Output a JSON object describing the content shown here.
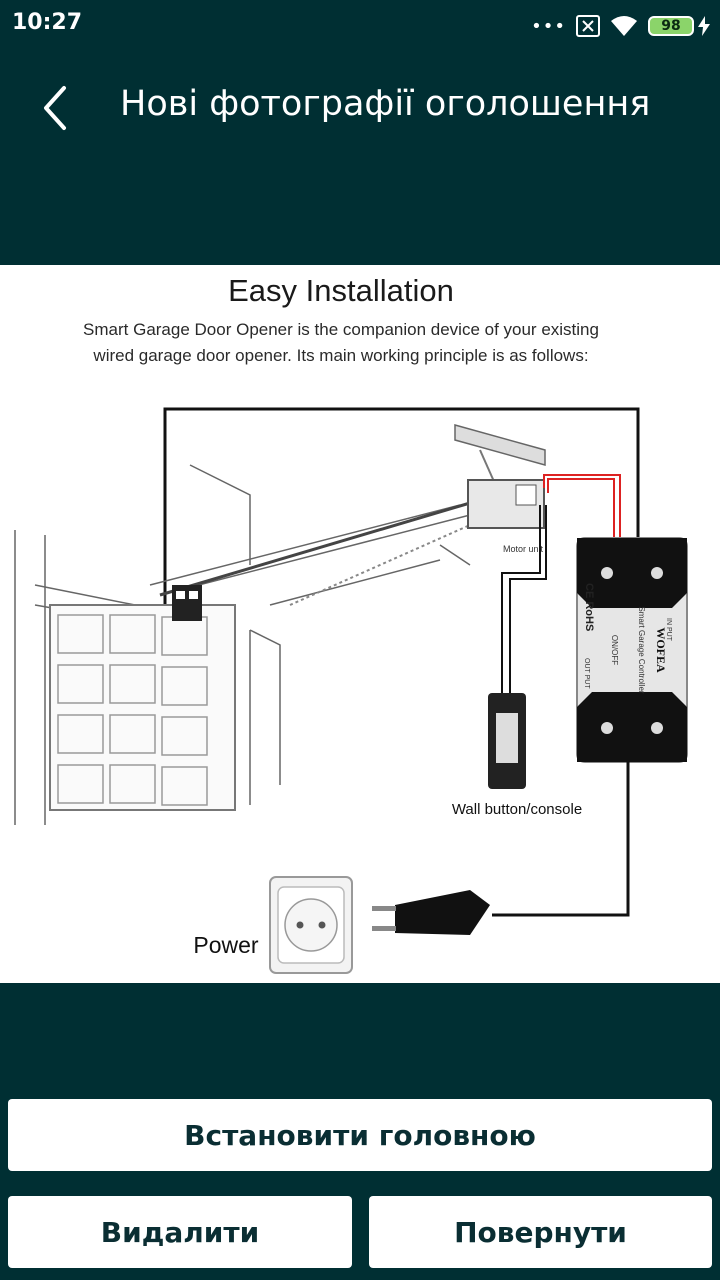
{
  "status_bar": {
    "time": "10:27",
    "signal_dots": "•••",
    "battery_level": "98"
  },
  "header": {
    "title": "Нові фотографії оголошення"
  },
  "image": {
    "heading": "Easy Installation",
    "subtitle_line1": "Smart Garage Door Opener is the companion device of your existing",
    "subtitle_line2": "wired garage door opener. Its main working principle is as follows:",
    "motor_label": "Motor unit",
    "wall_button_label": "Wall button/console",
    "power_label": "Power",
    "device_brand": "WOFEA",
    "device_name": "Smart Garage Controller",
    "input_label": "IN PUT",
    "output_label": "OUT PUT",
    "onoff_label": "ON/OFF",
    "cert_label": "CE RoHS"
  },
  "buttons": {
    "set_main": "Встановити головною",
    "delete": "Видалити",
    "rotate": "Повернути"
  },
  "colors": {
    "background": "#002f33",
    "button_text": "#0a2e33"
  }
}
